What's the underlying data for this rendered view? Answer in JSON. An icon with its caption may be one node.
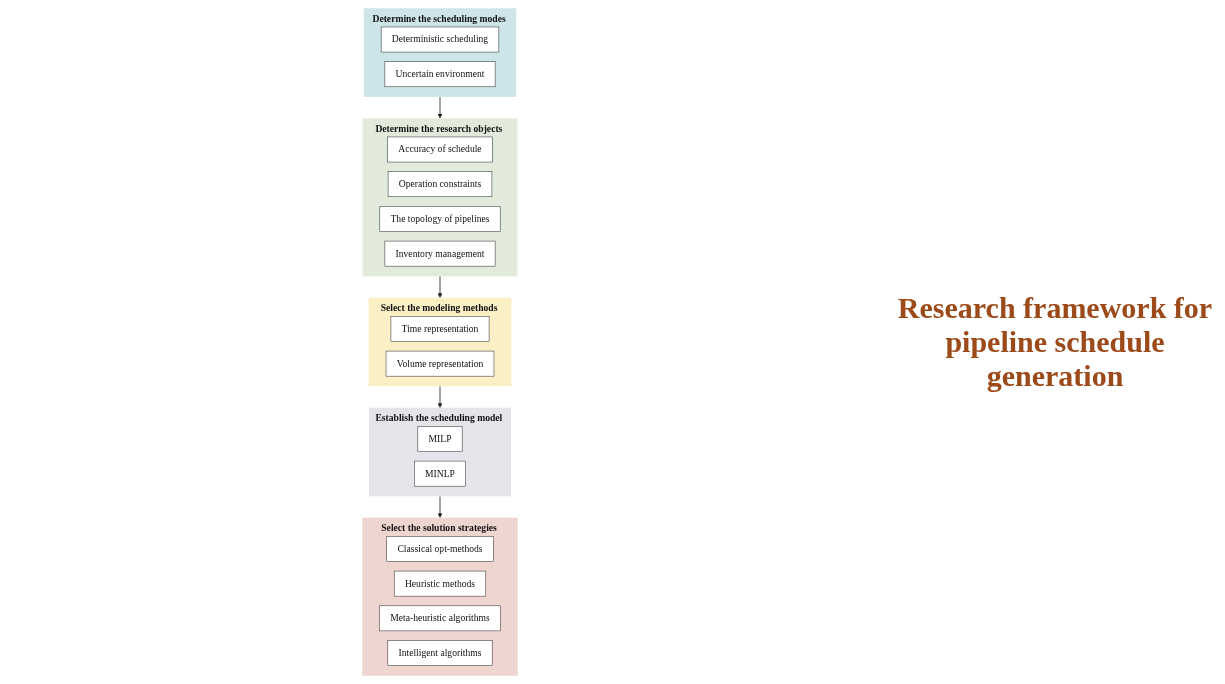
{
  "diagram": {
    "caption": "Research framework for pipeline schedule generation",
    "nodes": [
      {
        "text": [
          "Determine the scheduling modes"
        ]
      },
      {
        "text": [
          "Deterministic scheduling"
        ],
        "in": 0
      },
      {
        "text": [
          "Uncertain environment"
        ],
        "in": 0
      },
      {
        "text": [
          "Determine the research objects"
        ]
      },
      {
        "text": [
          "Accuracy of schedule"
        ],
        "in": 3
      },
      {
        "text": [
          "Operation constraints"
        ],
        "in": 3
      },
      {
        "text": [
          "The topology of pipelines"
        ],
        "in": 3
      },
      {
        "text": [
          "Inventory management"
        ],
        "in": 3
      },
      {
        "text": [
          "Select the modeling methods"
        ]
      },
      {
        "text": [
          "Time representation"
        ],
        "in": 8
      },
      {
        "text": [
          "Volume representation"
        ],
        "in": 8
      },
      {
        "text": [
          "Establish the scheduling model"
        ]
      },
      {
        "text": [
          "MILP"
        ],
        "in": 11
      },
      {
        "text": [
          "MINLP"
        ],
        "in": 11
      },
      {
        "text": [
          "Select the solution strategies"
        ]
      },
      {
        "text": [
          "Classical opt-methods"
        ],
        "in": 14
      },
      {
        "text": [
          "Heuristic methods"
        ],
        "in": 14
      },
      {
        "text": [
          "Meta-heuristic algorithms"
        ],
        "in": 14
      },
      {
        "text": [
          "Intelligent algorithms"
        ],
        "in": 14
      }
    ],
    "edges": [
      {
        "from": 0,
        "to": 3,
        "arrow": "to"
      },
      {
        "from": 3,
        "to": 8,
        "arrow": "to"
      },
      {
        "from": 8,
        "to": 11,
        "arrow": "to"
      },
      {
        "from": 11,
        "to": 14,
        "arrow": "to"
      }
    ]
  }
}
